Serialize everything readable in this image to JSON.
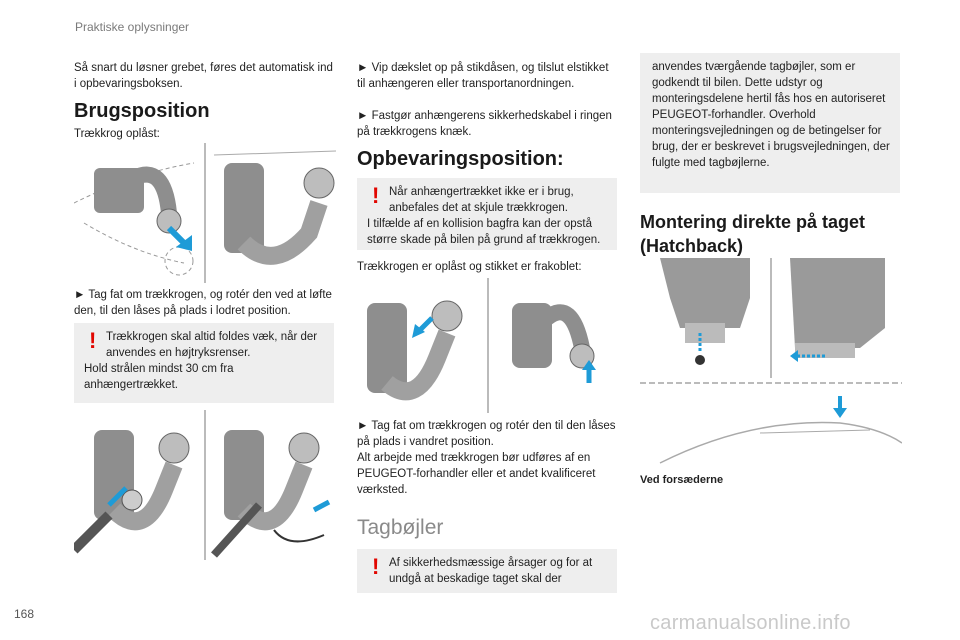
{
  "running_head": "Praktiske oplysninger",
  "page_number": "168",
  "watermark": "carmanualsonline.info",
  "col1": {
    "intro": "Så snart du løsner grebet, føres det automatisk ind i opbevaringsboksen.",
    "heading": "Brugsposition",
    "sub": "Trækkrog oplåst:",
    "step": "Tag fat om trækkrogen, og rotér den ved at løfte den, til den låses på plads i lodret position.",
    "warning_line1": "Trækkrogen skal altid foldes væk, når der anvendes en højtryksrenser.",
    "warning_line2": "Hold strålen mindst 30 cm fra anhængertrækket."
  },
  "col2": {
    "step1": "Vip dækslet op på stikdåsen, og tilslut elstikket til anhængeren eller transportanordningen.",
    "step2": "Fastgør anhængerens sikkerhedskabel i ringen på trækkrogens knæk.",
    "heading": "Opbevaringsposition:",
    "warning_line1": "Når anhængertrækket ikke er i brug, anbefales det at skjule trækkrogen.",
    "warning_line2": "I tilfælde af en kollision bagfra kan der opstå større skade på bilen på grund af trækkrogen.",
    "sub": "Trækkrogen er oplåst og stikket er frakoblet:",
    "step3": "Tag fat om trækkrogen og rotér den til den låses på plads i vandret position.",
    "note": "Alt arbejde med trækkrogen bør udføres af en PEUGEOT-forhandler eller et andet kvalificeret værksted.",
    "heading2": "Tagbøjler",
    "warning2": "Af sikkerhedsmæssige årsager og for at undgå at beskadige taget skal der"
  },
  "col3": {
    "box": "anvendes tværgående tagbøjler, som er godkendt til bilen. Dette udstyr og monteringsdelene hertil fås hos en autoriseret PEUGEOT-forhandler. Overhold monteringsvejledningen og de betingelser for brug, der er beskrevet i brugsvejledningen, der fulgte med tagbøjlerne.",
    "heading": "Montering direkte på taget (Hatchback)",
    "caption": "Ved forsæderne"
  }
}
